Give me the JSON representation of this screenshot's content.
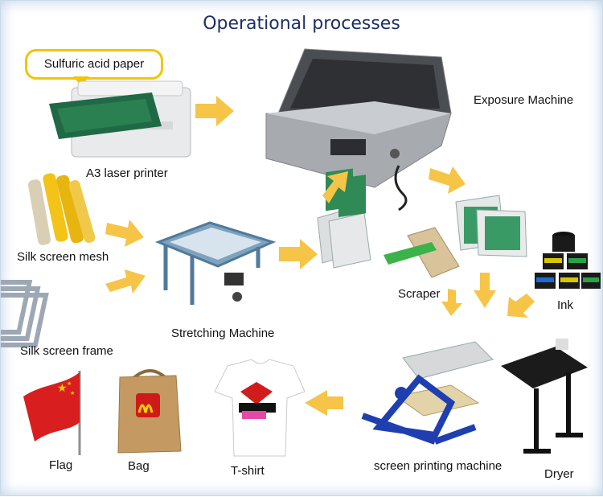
{
  "title": "Operational processes",
  "callout": "Sulfuric acid paper",
  "labels": {
    "printer": "A3 laser printer",
    "exposure": "Exposure Machine",
    "mesh": "Silk screen mesh",
    "stretching": "Stretching Machine",
    "frame": "Silk screen frame",
    "scraper": "Scraper",
    "ink": "Ink",
    "flag": "Flag",
    "bag": "Bag",
    "tshirt": "T-shirt",
    "press": "screen printing machine",
    "dryer": "Dryer"
  },
  "colors": {
    "arrow": "#f6c447",
    "callout_border": "#f1c500",
    "title": "#1c2f66",
    "screen_green": "#2f8a55",
    "machine_gray": "#9fa4aa",
    "press_blue": "#1f3fb0",
    "flag_red": "#d81e1e",
    "bag_tan": "#c49a62"
  }
}
